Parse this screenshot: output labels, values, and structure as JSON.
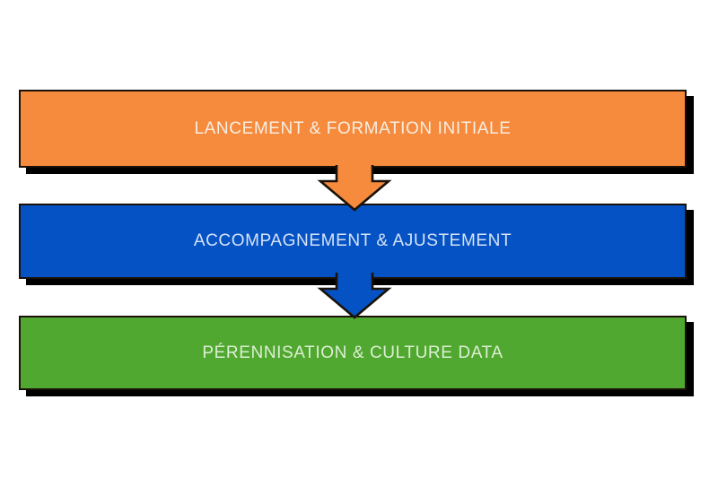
{
  "diagram": {
    "background_color": "#ffffff",
    "outline_color": "#1a1208",
    "shadow_color": "#000000",
    "steps": [
      {
        "order": 1,
        "label": "LANCEMENT & FORMATION INITIALE",
        "fill": "#F68B3E",
        "text_color": "#F6EEE1"
      },
      {
        "order": 2,
        "label": "ACCOMPAGNEMENT & AJUSTEMENT",
        "fill": "#0552C5",
        "text_color": "#D5E3F6"
      },
      {
        "order": 3,
        "label": "PÉRENNISATION & CULTURE DATA",
        "fill": "#51A830",
        "text_color": "#DCEFD3"
      }
    ],
    "arrows": [
      {
        "from": 1,
        "to": 2,
        "direction": "down",
        "fill": "#F68B3E"
      },
      {
        "from": 2,
        "to": 3,
        "direction": "down",
        "fill": "#0552C5"
      }
    ]
  }
}
